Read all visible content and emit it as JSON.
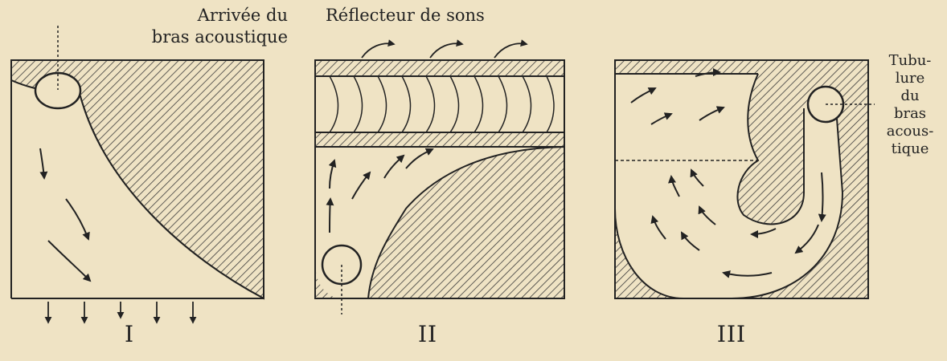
{
  "labels": {
    "arrivee": "Arrivée du\nbras acoustique",
    "reflecteur": "Réflecteur de sons",
    "tubulure": "Tubu-\nlure\ndu\nbras\nacous-\ntique"
  },
  "panels": {
    "p1": {
      "number": "I"
    },
    "p2": {
      "number": "II"
    },
    "p3": {
      "number": "III"
    }
  },
  "colors": {
    "paper": "#efe3c4",
    "ink": "#222222",
    "hatch": "#3a3a3a"
  }
}
